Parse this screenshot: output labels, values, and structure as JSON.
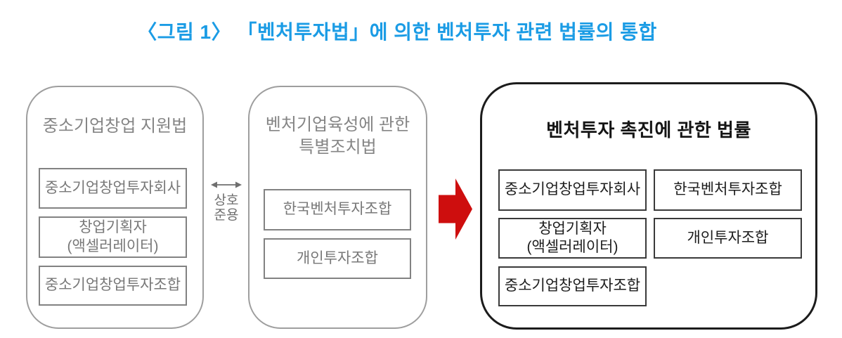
{
  "figure_title": "〈그림 1〉 「벤처투자법」에 의한 벤처투자 관련 법률의 통합",
  "left_panel": {
    "title": "중소기업창업 지원법",
    "items": [
      "중소기업창업투자회사",
      "창업기획자\n(액셀러레이터)",
      "중소기업창업투자조합"
    ]
  },
  "middle_panel": {
    "title": "벤처기업육성에 관한\n특별조치법",
    "items": [
      "한국벤처투자조합",
      "개인투자조합"
    ]
  },
  "right_panel": {
    "title": "벤처투자 촉진에 관한 법률",
    "items": [
      "중소기업창업투자회사",
      "한국벤처투자조합",
      "창업기획자\n(액셀러레이터)",
      "개인투자조합",
      "중소기업창업투자조합"
    ]
  },
  "connector": {
    "label": "상호\n준용"
  },
  "icons": {
    "bidirectional_arrow": "left-right-arrow",
    "merge_arrow": "red-right-block-arrow"
  },
  "colors": {
    "title_blue": "#1B9CE5",
    "merge_arrow_red": "#CE0E0E",
    "panel_border_gray": "#9e9e9e",
    "entity_border_gray": "#828282",
    "text_gray": "#787878",
    "right_panel_border": "#1c1c1c",
    "text_dark": "#1d1d1d",
    "background": "#ffffff"
  }
}
